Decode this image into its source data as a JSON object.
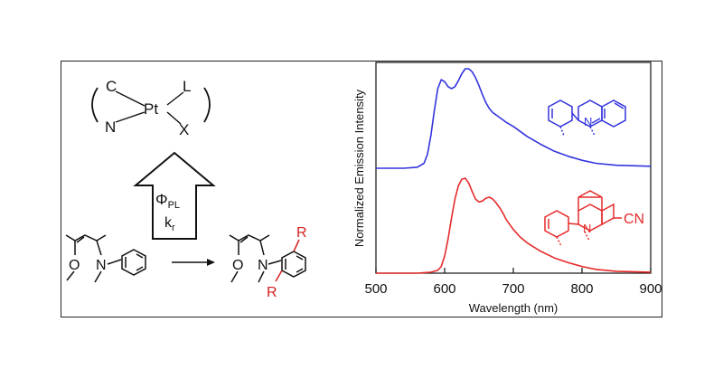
{
  "scheme": {
    "complex_labels": {
      "c": "C",
      "n": "N",
      "pt": "Pt",
      "l": "L",
      "x": "X"
    },
    "arrow_labels": {
      "phi": "Φ",
      "phi_sub": "PL",
      "k": "k",
      "k_sub": "r"
    },
    "ligand_labels": {
      "o": "O",
      "n": "N",
      "r_top": "R",
      "r_bottom": "R"
    }
  },
  "chart_data": {
    "type": "line",
    "xlabel": "Wavelength (nm)",
    "ylabel": "Normalized Emission Intensity",
    "xlim": [
      500,
      900
    ],
    "xticks": [
      "500",
      "600",
      "700",
      "800",
      "900"
    ],
    "grid": false,
    "insets": {
      "red_substituent": "CN"
    },
    "series": [
      {
        "color": "#3333dd",
        "x": [
          500,
          540,
          560,
          570,
          575,
          580,
          585,
          590,
          595,
          600,
          605,
          610,
          615,
          620,
          625,
          630,
          635,
          640,
          645,
          650,
          655,
          660,
          665,
          670,
          680,
          690,
          700,
          710,
          720,
          740,
          760,
          780,
          800,
          820,
          850,
          900
        ],
        "y": [
          0.0,
          0.0,
          0.01,
          0.05,
          0.14,
          0.33,
          0.58,
          0.8,
          0.89,
          0.87,
          0.82,
          0.8,
          0.82,
          0.88,
          0.95,
          1.0,
          1.0,
          0.97,
          0.91,
          0.83,
          0.74,
          0.66,
          0.6,
          0.56,
          0.51,
          0.46,
          0.42,
          0.37,
          0.32,
          0.24,
          0.17,
          0.12,
          0.08,
          0.05,
          0.03,
          0.02
        ]
      },
      {
        "color": "#e62a2a",
        "x": [
          500,
          560,
          580,
          590,
          595,
          600,
          605,
          610,
          615,
          620,
          625,
          630,
          635,
          640,
          645,
          650,
          655,
          660,
          665,
          670,
          675,
          680,
          685,
          690,
          700,
          710,
          720,
          740,
          760,
          780,
          800,
          820,
          850,
          900
        ],
        "y": [
          0.0,
          0.0,
          0.01,
          0.03,
          0.07,
          0.18,
          0.36,
          0.58,
          0.78,
          0.92,
          0.99,
          1.0,
          0.95,
          0.86,
          0.78,
          0.75,
          0.76,
          0.79,
          0.8,
          0.78,
          0.74,
          0.69,
          0.63,
          0.56,
          0.46,
          0.38,
          0.32,
          0.23,
          0.16,
          0.11,
          0.07,
          0.04,
          0.02,
          0.01
        ]
      }
    ]
  }
}
